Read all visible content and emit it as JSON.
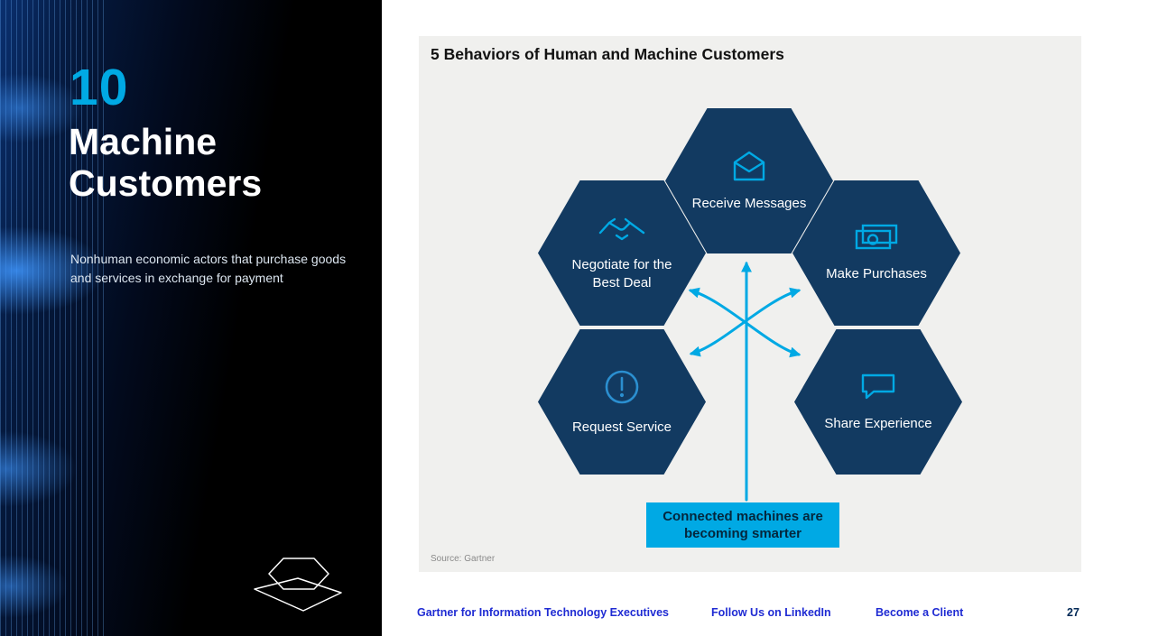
{
  "colors": {
    "accent_cyan": "#00a9e4",
    "hex_navy": "#123a61",
    "panel_gray": "#f0f0ee",
    "footer_link_blue": "#1f2bd3",
    "page_number_navy": "#002856"
  },
  "left_panel": {
    "trend_number": "10",
    "title": "Machine Customers",
    "description": "Nonhuman economic actors that purchase goods and services in exchange for payment"
  },
  "diagram": {
    "title": "5 Behaviors of Human and Machine Customers",
    "hexagons": [
      {
        "label": "Receive Messages",
        "icon": "envelope-icon"
      },
      {
        "label": "Negotiate for the Best Deal",
        "icon": "handshake-icon"
      },
      {
        "label": "Make Purchases",
        "icon": "banknote-icon"
      },
      {
        "label": "Request Service",
        "icon": "exclamation-circle-icon"
      },
      {
        "label": "Share Experience",
        "icon": "speech-bubble-icon"
      }
    ],
    "callout": "Connected machines are becoming smarter",
    "source": "Source: Gartner"
  },
  "footer": {
    "links": [
      "Gartner for Information Technology Executives",
      "Follow Us on LinkedIn",
      "Become a Client"
    ],
    "page_number": "27"
  }
}
